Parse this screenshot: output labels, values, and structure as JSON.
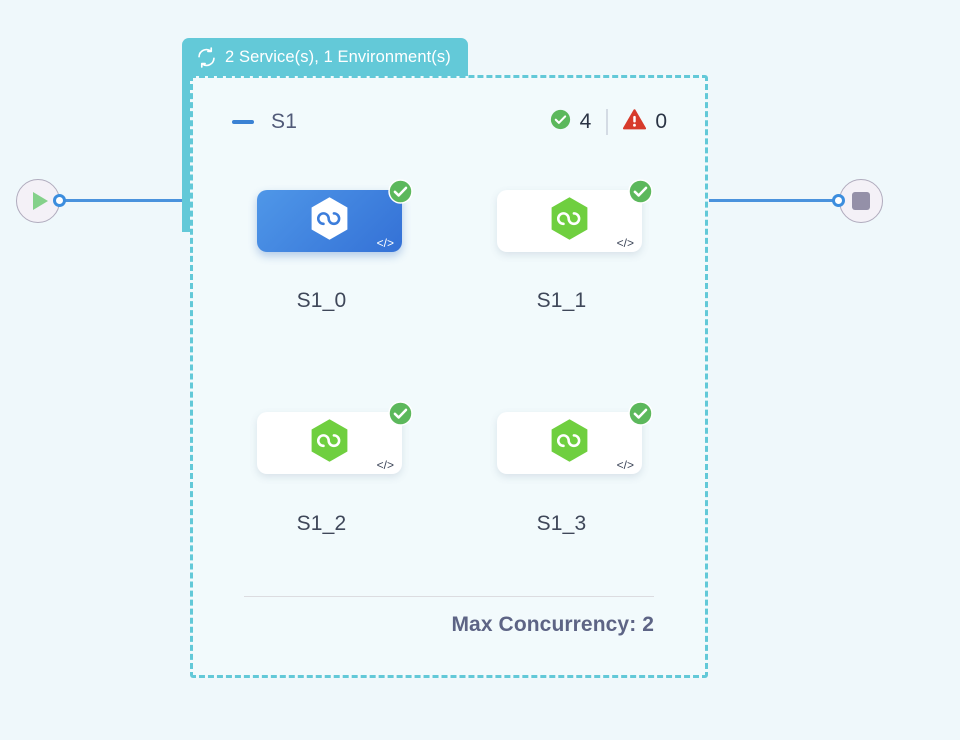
{
  "canvas": {
    "background_color": "#eff8fb"
  },
  "start_node": {
    "icon": "play-icon",
    "name": "start"
  },
  "end_node": {
    "icon": "stop-icon",
    "name": "end"
  },
  "group": {
    "tab": {
      "icon": "loop-refresh-icon",
      "label": "2 Service(s), 1 Environment(s)",
      "background_color": "#63c9d8"
    },
    "collapse_icon": "minus-icon",
    "name": "S1",
    "border_color": "#63c9d8",
    "badges": [
      {
        "icon": "check-circle-icon",
        "color": "#5cb85c",
        "count": "4"
      },
      {
        "icon": "warning-triangle-icon",
        "color": "#d73a2b",
        "count": "0"
      }
    ],
    "footer": {
      "max_concurrency_label": "Max Concurrency: 2"
    }
  },
  "nodes": [
    {
      "id": "S1_0",
      "label": "S1_0",
      "selected": true,
      "icon": "hexagon-infinity-icon",
      "icon_color": "#ffffff",
      "status": "check-circle-icon",
      "status_color": "#5cb85c",
      "code_glyph": "</>"
    },
    {
      "id": "S1_1",
      "label": "S1_1",
      "selected": false,
      "icon": "hexagon-infinity-icon",
      "icon_color": "#6fcf3f",
      "status": "check-circle-icon",
      "status_color": "#5cb85c",
      "code_glyph": "</>"
    },
    {
      "id": "S1_2",
      "label": "S1_2",
      "selected": false,
      "icon": "hexagon-infinity-icon",
      "icon_color": "#6fcf3f",
      "status": "check-circle-icon",
      "status_color": "#5cb85c",
      "code_glyph": "</>"
    },
    {
      "id": "S1_3",
      "label": "S1_3",
      "selected": false,
      "icon": "hexagon-infinity-icon",
      "icon_color": "#6fcf3f",
      "status": "check-circle-icon",
      "status_color": "#5cb85c",
      "code_glyph": "</>"
    }
  ]
}
